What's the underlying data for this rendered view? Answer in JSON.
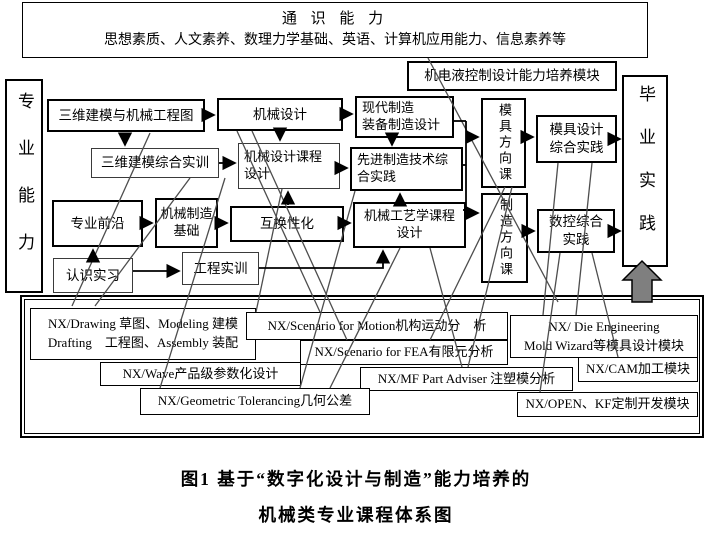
{
  "colors": {
    "box_border": "#000000",
    "mapping_line": "#4d4d4d",
    "flow_arrow": "#000000",
    "graduation_arrow_fill": "#7f7f7f"
  },
  "top": {
    "title": "通 识 能 力",
    "subtitle": "思想素质、人文素养、数理力学基础、英语、计算机应用能力、信息素养等"
  },
  "banner": {
    "mechatronics_module": "机电液控制设计能力培养模块"
  },
  "rails": {
    "professional_ability": "专业能力",
    "graduation_practice": "毕业实践"
  },
  "courses": {
    "modeling_drawing": "三维建模与机械工程图",
    "mech_design": "机械设计",
    "modern_mfg": "现代制造\n装备制造设计",
    "mold_direction": "模具方向课",
    "mold_practice": "模具设计\n综合实践",
    "modeling_training": "三维建模综合实训",
    "mech_course_design": "机械设计课程\n设计",
    "adv_mfg_practice": "先进制造技术综\n合实践",
    "frontier": "专业前沿",
    "mfg_basics": "机械制造\n基础",
    "interchangeability": "互换性化",
    "tech_course_design": "机械工艺学课程\n设计",
    "mfg_direction": "制造方向课",
    "cnc_practice": "数控综合\n实践",
    "cognition_internship": "认识实习",
    "eng_training": "工程实训"
  },
  "nx_modules": {
    "drawing_modeling": "NX/Drawing 草图、Modeling 建模\nDrafting　工程图、Assembly 装配",
    "motion": "NX/Scenario for Motion机构运动分　析",
    "die_engineering": "NX/ Die Engineering\nMold Wizard等模具设计模块",
    "fea": "NX/Scenario for FEA有限元分析",
    "wave": "NX/Wave产品级参数化设计",
    "cam": "NX/CAM加工模块",
    "mf_part_adviser": "NX/MF Part Adviser 注塑模分析",
    "geometric_tolerancing": "NX/Geometric Tolerancing几何公差",
    "open_kf": "NX/OPEN、KF定制开发模块"
  },
  "caption": {
    "line1": "图1 基于“数字化设计与制造”能力培养的",
    "line2": "机械类专业课程体系图"
  }
}
